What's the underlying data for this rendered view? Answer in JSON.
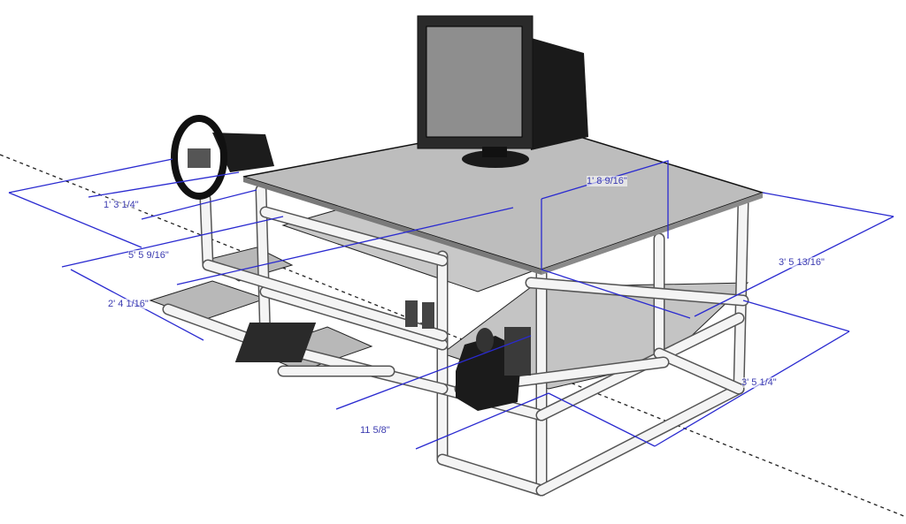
{
  "model": {
    "description_labels": {
      "dimensions": [
        {
          "id": "wheel-depth",
          "label": "1' 3 1/4\""
        },
        {
          "id": "overall-length",
          "label": "5' 5 9/16\""
        },
        {
          "id": "pedal-width",
          "label": "2' 4 1/16\""
        },
        {
          "id": "monitor-shelf-height",
          "label": "1' 8 9/16\""
        },
        {
          "id": "table-width",
          "label": "3' 5 13/16\""
        },
        {
          "id": "lower-width",
          "label": "3' 5 1/4\""
        },
        {
          "id": "lower-gap",
          "label": "11 5/8\""
        }
      ]
    }
  },
  "colors": {
    "dimension": "#2a2ad0",
    "surface": "#bdbdbd",
    "pipe": "#f4f4f4"
  }
}
